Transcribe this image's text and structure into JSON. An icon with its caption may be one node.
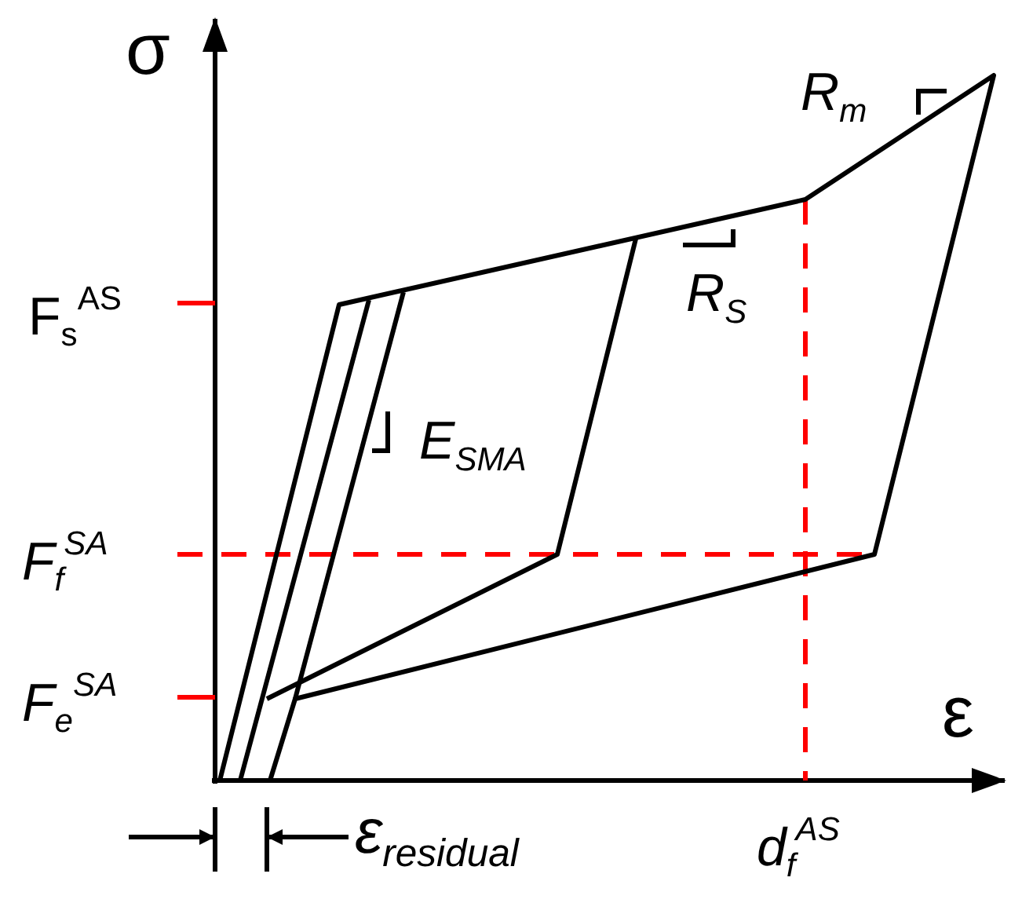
{
  "diagram": {
    "labels": [
      "σ",
      "R$_{m}$",
      "F$_{s}$$^{AS}$",
      "R$_{S}$",
      "E$_{SMA}$",
      "F$_{f}$$^{SA}$",
      "F$_{e}$$^{SA}$",
      "ε",
      "ε$_{residual}$",
      "d$_{f}$$^{AS}$"
    ]
  }
}
